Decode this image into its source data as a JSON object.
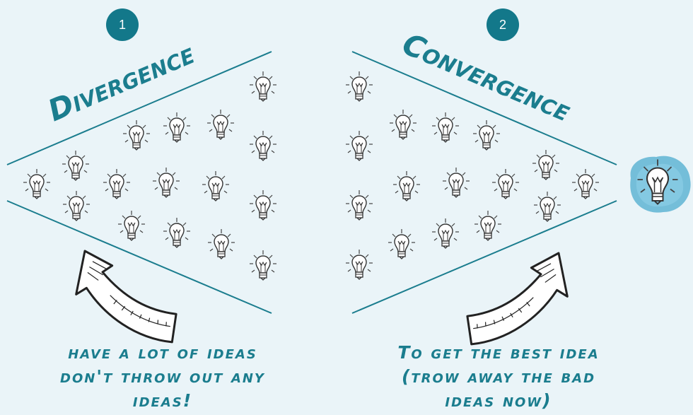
{
  "badges": {
    "first": "1",
    "second": "2"
  },
  "divergence": {
    "title": "Divergence",
    "caption": [
      "have a lot of ideas",
      "don't throw out any",
      "ideas!"
    ]
  },
  "convergence": {
    "title": "Convergence",
    "caption": [
      "To get the best idea",
      "(trow away the bad",
      "ideas now)"
    ]
  },
  "colors": {
    "accent": "#13788a",
    "background": "#eaf4f8",
    "glow": "#5fb4d4",
    "ink": "#333333"
  },
  "icons": {
    "idea": "lightbulb-icon",
    "direction": "curved-arrow-icon",
    "result": "highlighted-lightbulb-icon"
  }
}
